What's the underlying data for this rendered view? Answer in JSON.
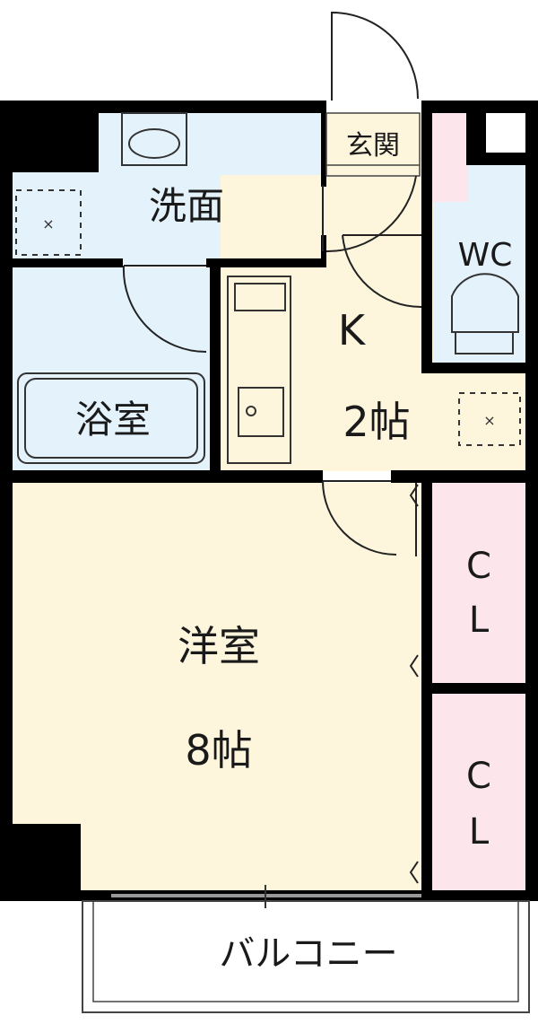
{
  "rooms": {
    "washroom": "洗面",
    "bathroom": "浴室",
    "entrance": "玄関",
    "toilet": "WC",
    "kitchen": "K",
    "kitchen_size": "2帖",
    "western_room": "洋室",
    "western_room_size": "8帖",
    "closet_upper_line1": "C",
    "closet_upper_line2": "L",
    "closet_lower_line1": "C",
    "closet_lower_line2": "L",
    "balcony": "バルコニー"
  },
  "colors": {
    "wall": "#000000",
    "wet_area": "#e4f2fb",
    "kitchen_floor": "#fdf6dd",
    "western_floor": "#fdf6dd",
    "closet": "#fce6ec",
    "background": "#ffffff"
  }
}
